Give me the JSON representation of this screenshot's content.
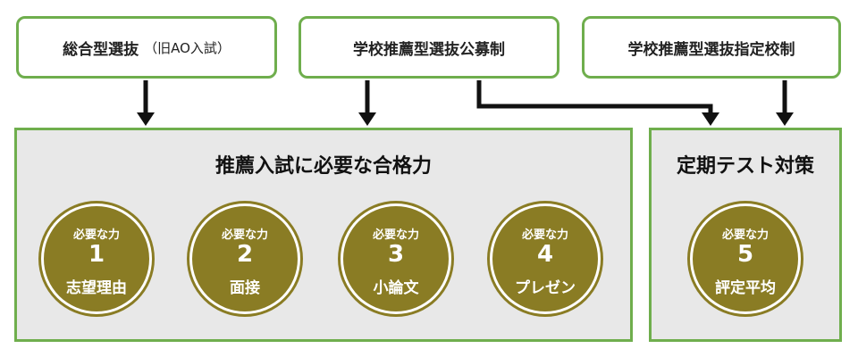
{
  "top_boxes": [
    {
      "label": "総合型選抜",
      "sub": "（旧AO入試）"
    },
    {
      "label": "学校推薦型選抜公募制"
    },
    {
      "label": "学校推薦型選抜指定校制"
    }
  ],
  "panel_main": {
    "title": "推薦入試に必要な合格力",
    "items": [
      {
        "label": "必要な力",
        "number": "1",
        "text": "志望理由"
      },
      {
        "label": "必要な力",
        "number": "2",
        "text": "面接"
      },
      {
        "label": "必要な力",
        "number": "3",
        "text": "小論文"
      },
      {
        "label": "必要な力",
        "number": "4",
        "text": "プレゼン"
      }
    ]
  },
  "panel_test": {
    "title": "定期テスト対策",
    "item": {
      "label": "必要な力",
      "number": "5",
      "text": "評定平均"
    }
  },
  "colors": {
    "border_green": "#6fae4d",
    "circle_olive": "#8a7c24",
    "panel_gray": "#e8e8e8"
  }
}
